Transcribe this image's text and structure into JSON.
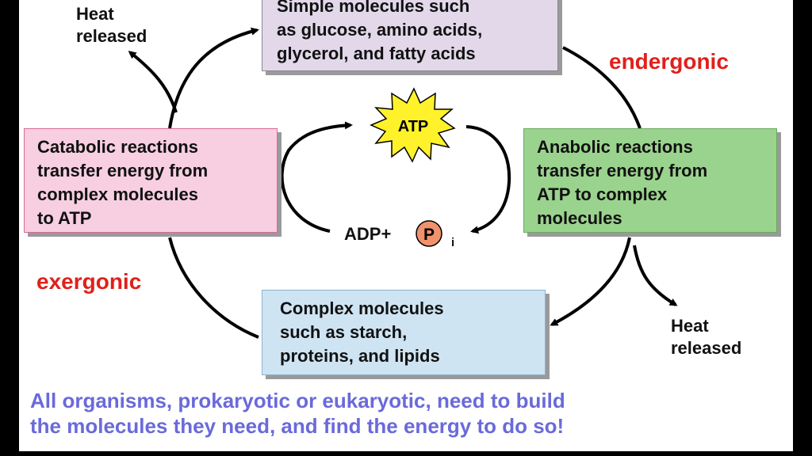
{
  "boxes": {
    "simple": {
      "lines": [
        "Simple molecules such",
        "as glucose, amino acids,",
        "glycerol, and fatty acids"
      ]
    },
    "catabolic": {
      "lines": [
        "Catabolic reactions",
        "transfer energy from",
        "complex molecules",
        "to ATP"
      ]
    },
    "anabolic": {
      "lines": [
        "Anabolic reactions",
        "transfer energy from",
        "ATP to complex",
        "molecules"
      ]
    },
    "complex": {
      "lines": [
        "Complex molecules",
        "such as starch,",
        "proteins, and lipids"
      ]
    }
  },
  "labels": {
    "heat_left": [
      "Heat",
      "released"
    ],
    "heat_right": [
      "Heat",
      "released"
    ],
    "endergonic": "endergonic",
    "exergonic": "exergonic",
    "atp": "ATP",
    "adp": "ADP+",
    "phosphate": "P",
    "phosphate_sub": "i"
  },
  "footer": {
    "lines": [
      "All organisms, prokaryotic or eukaryotic, need to build",
      "the molecules they need, and find the energy to do so!"
    ]
  },
  "colors": {
    "exergonic": "#e0201c",
    "endergonic": "#e0201c",
    "footer_text": "#6a6adb",
    "atp_star": "#fff22a",
    "phosphate_circle": "#f0926c",
    "box_simple": "#e2d8ea",
    "box_catabolic": "#f7cfe0",
    "box_anabolic": "#9ad38d",
    "box_complex": "#cfe4f2"
  }
}
